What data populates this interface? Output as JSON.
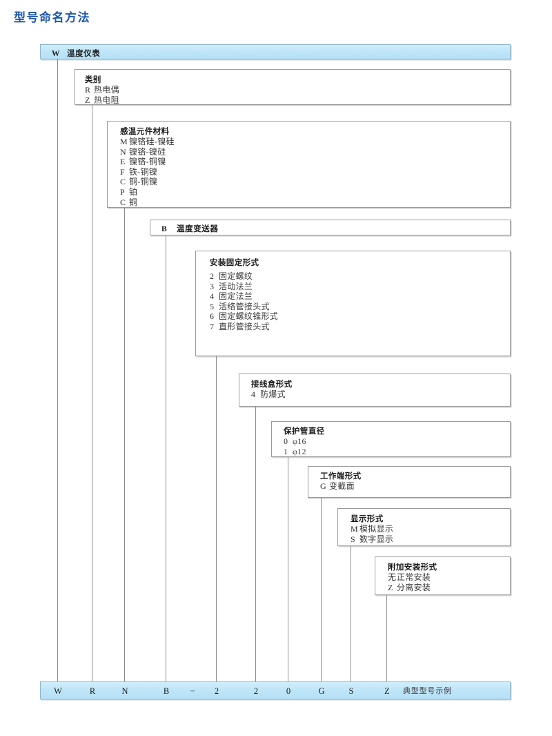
{
  "page": {
    "title": "型号命名方法"
  },
  "colors": {
    "title_blue": "#1b57ae",
    "band_blue": "#bde4f8",
    "box_border": "#9a9a9a",
    "line_gray": "#8c8c8c"
  },
  "head": {
    "code": "W",
    "label": "温度仪表"
  },
  "groups": [
    {
      "name": "category",
      "title": "类别",
      "rows": [
        {
          "code": "R",
          "text": "热电偶"
        },
        {
          "code": "Z",
          "text": "热电阻"
        }
      ]
    },
    {
      "name": "sensing-element-material",
      "title": "感温元件材料",
      "rows": [
        {
          "code": "M",
          "text": "镍铬硅-镍硅"
        },
        {
          "code": "N",
          "text": "镍铬-镍硅"
        },
        {
          "code": "E",
          "text": "镍铬-铜镍"
        },
        {
          "code": "F",
          "text": "铁-铜镍"
        },
        {
          "code": "C",
          "text": "铜-铜镍"
        },
        {
          "code": "P",
          "text": "铂"
        },
        {
          "code": "C",
          "text": "铜"
        }
      ]
    },
    {
      "name": "temperature-transmitter",
      "title": "",
      "inline_code": "B",
      "inline_label": "温度变送器",
      "rows": []
    },
    {
      "name": "mounting-fixing-type",
      "title": "安装固定形式",
      "rows": [
        {
          "code": "2",
          "text": "固定螺纹"
        },
        {
          "code": "3",
          "text": "活动法兰"
        },
        {
          "code": "4",
          "text": "固定法兰"
        },
        {
          "code": "5",
          "text": "活络管接头式"
        },
        {
          "code": "6",
          "text": "固定螺纹锥形式"
        },
        {
          "code": "7",
          "text": "直形管接头式"
        }
      ]
    },
    {
      "name": "junction-box-type",
      "title": "接线盒形式",
      "rows": [
        {
          "code": "4",
          "text": "防爆式"
        }
      ]
    },
    {
      "name": "protection-tube-diameter",
      "title": "保护管直径",
      "rows": [
        {
          "code": "0",
          "text": "φ16"
        },
        {
          "code": "1",
          "text": "φ12"
        }
      ]
    },
    {
      "name": "working-end-type",
      "title": "工作端形式",
      "rows": [
        {
          "code": "G",
          "text": "变截面"
        }
      ]
    },
    {
      "name": "display-type",
      "title": "显示形式",
      "rows": [
        {
          "code": "M",
          "text": "模拟显示"
        },
        {
          "code": "S",
          "text": "数字显示"
        }
      ]
    },
    {
      "name": "additional-mounting-type",
      "title": "附加安装形式",
      "rows": [
        {
          "code": "无",
          "text": "正常安装"
        },
        {
          "code": "Z",
          "text": "分离安装"
        }
      ]
    }
  ],
  "example": {
    "cells": [
      "W",
      "R",
      "N",
      "B",
      "−",
      "2",
      "2",
      "0",
      "G",
      "S",
      "Z"
    ],
    "note": "典型型号示例"
  }
}
